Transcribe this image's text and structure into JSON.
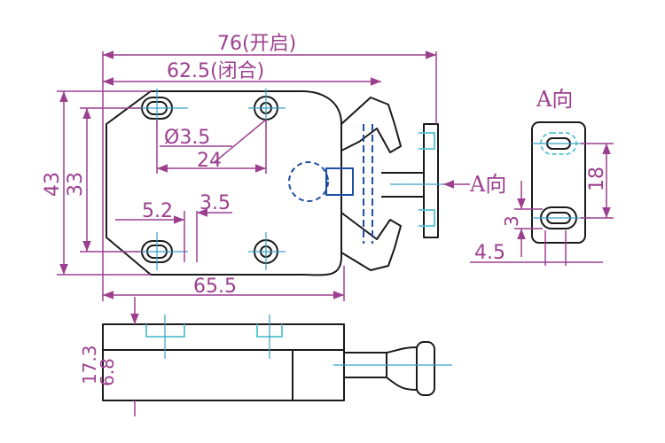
{
  "figure": {
    "view_label": "A向",
    "arrow_label": "A向"
  },
  "dimensions": {
    "overall_open": "76(开启)",
    "overall_closed": "62.5(闭合)",
    "hole_diameter": "Ø3.5",
    "hole_spacing": "24",
    "height_outer": "43",
    "height_inner": "33",
    "slot_width": "5.2",
    "slot_offset": "3.5",
    "base_length": "65.5",
    "side_height": "17.3",
    "side_offset": "6.8",
    "a_view_height": "18",
    "a_view_slot": "3",
    "a_view_width": "4.5"
  },
  "colors": {
    "outline": "#1a1a1a",
    "dimension": "#9c3f8f",
    "centerline": "#3aa0c8",
    "hidden_blue": "#1f4fa0"
  }
}
